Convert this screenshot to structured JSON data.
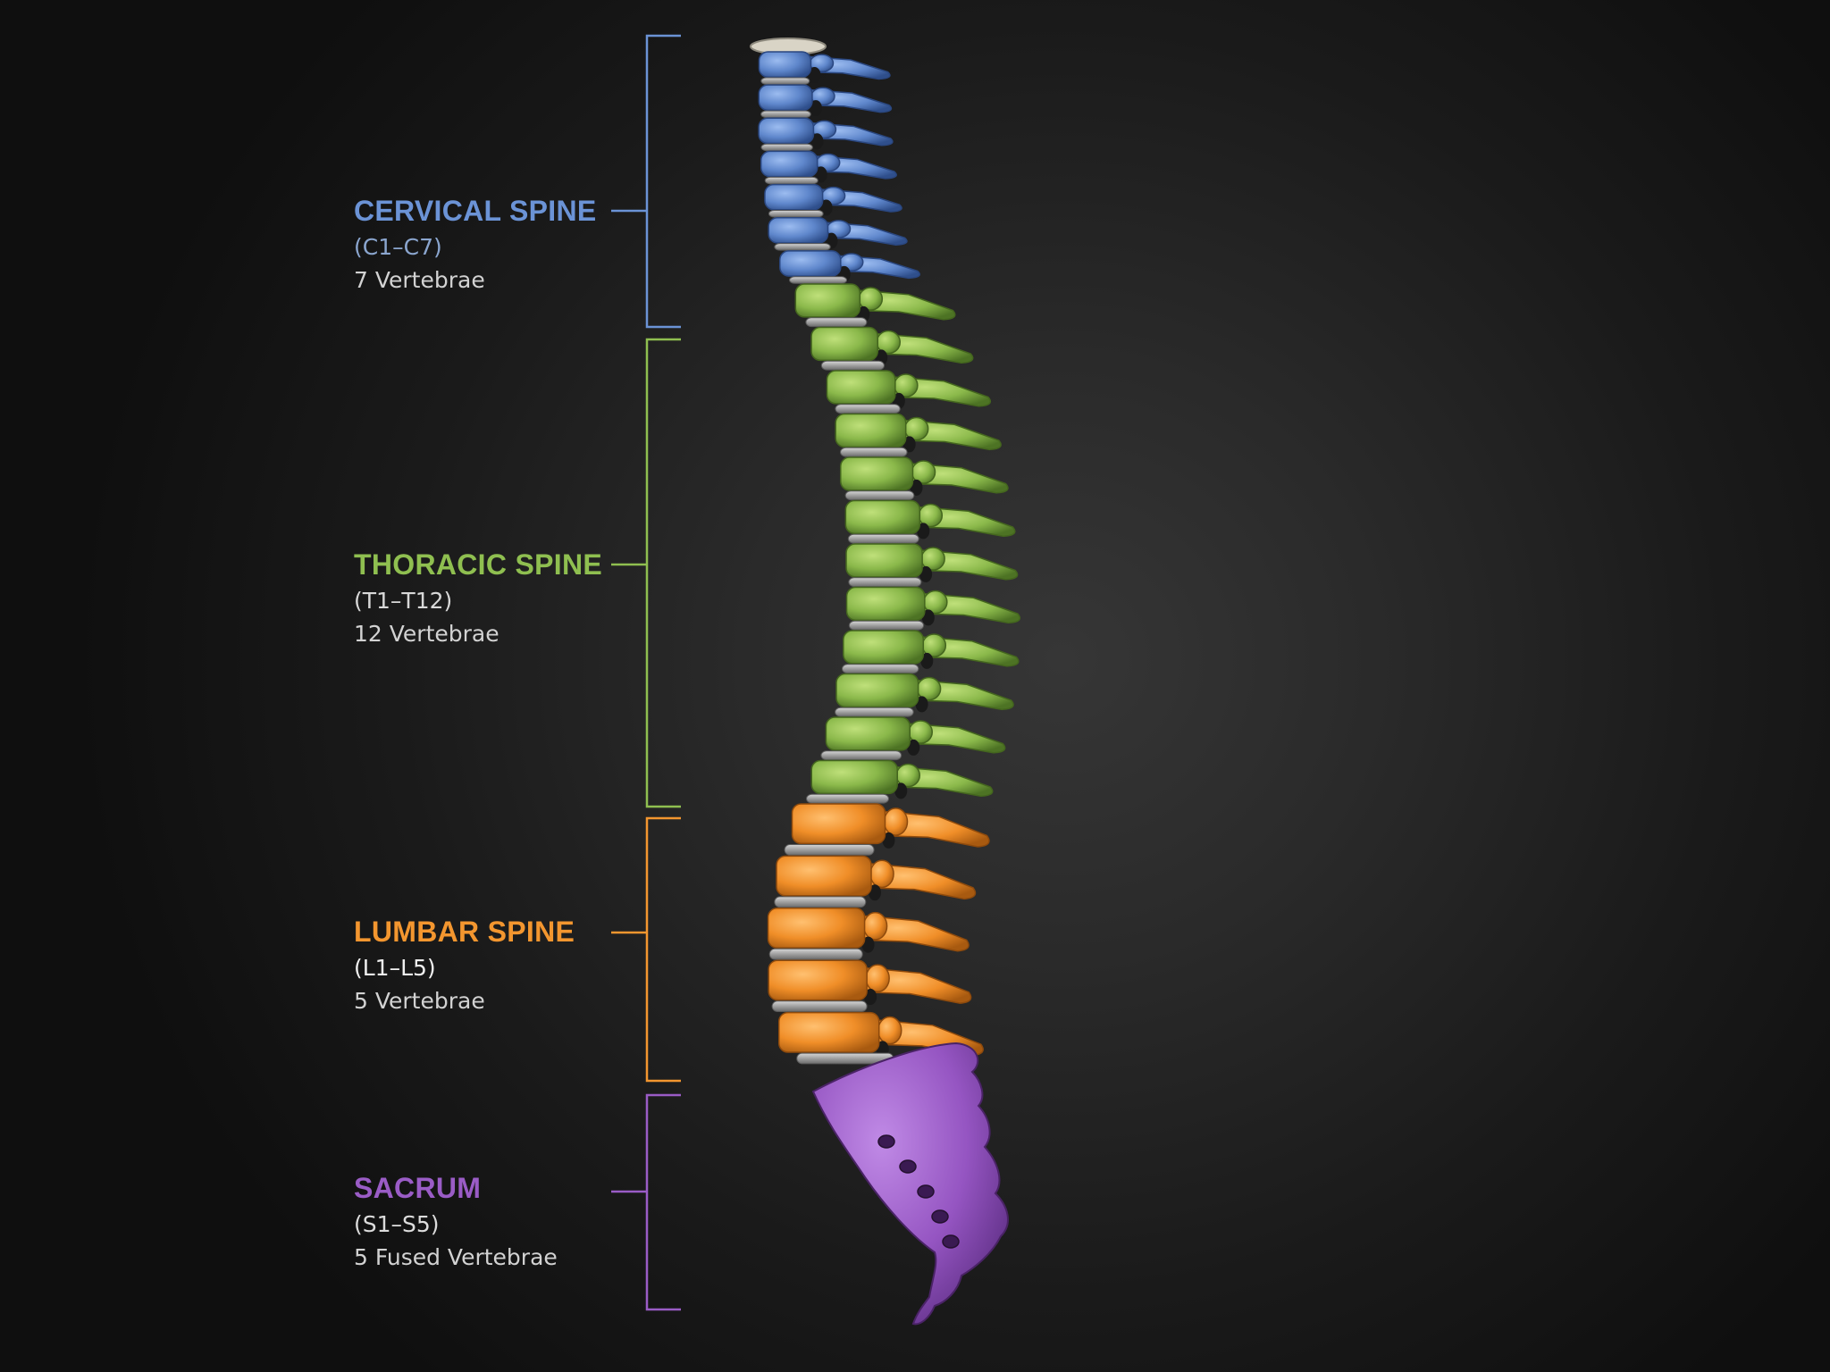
{
  "colors": {
    "cervical": "#6b93d6",
    "thoracic": "#8fbf50",
    "lumbar": "#f3962f",
    "sacrum": "#9a5cc6",
    "disc": "#9c9c9c",
    "background": "#1a1a1a"
  },
  "regions": {
    "cervical": {
      "title": "CERVICAL SPINE",
      "range": "(C1–C7)",
      "count": "7 Vertebrae",
      "vertebrae": 7
    },
    "thoracic": {
      "title": "THORACIC SPINE",
      "range": "(T1–T12)",
      "count": "12 Vertebrae",
      "vertebrae": 12
    },
    "lumbar": {
      "title": "LUMBAR SPINE",
      "range": "(L1–L5)",
      "count": "5 Vertebrae",
      "vertebrae": 5
    },
    "sacrum": {
      "title": "SACRUM",
      "range": "(S1–S5)",
      "count": "5 Fused Vertebrae",
      "vertebrae": 5
    }
  }
}
